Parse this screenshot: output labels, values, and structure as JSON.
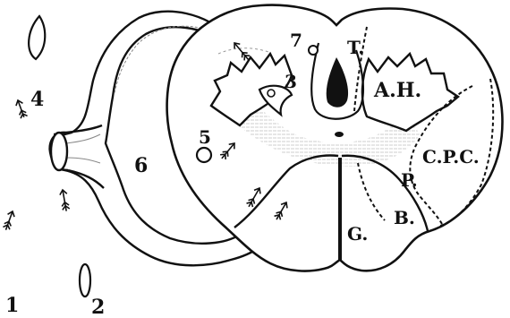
{
  "labels": {
    "l1": "1",
    "l2": "2",
    "l3": "3",
    "l4": "4",
    "l5": "5",
    "l6": "6",
    "l7": "7",
    "ah": "A.H.",
    "t": "T.",
    "cpc": "C.P.C.",
    "p": "P.",
    "b": "B.",
    "g": "G."
  },
  "colors": {
    "ink": "#111111",
    "paper": "#ffffff",
    "grey_matter_stipple": "#bdbdbd"
  }
}
